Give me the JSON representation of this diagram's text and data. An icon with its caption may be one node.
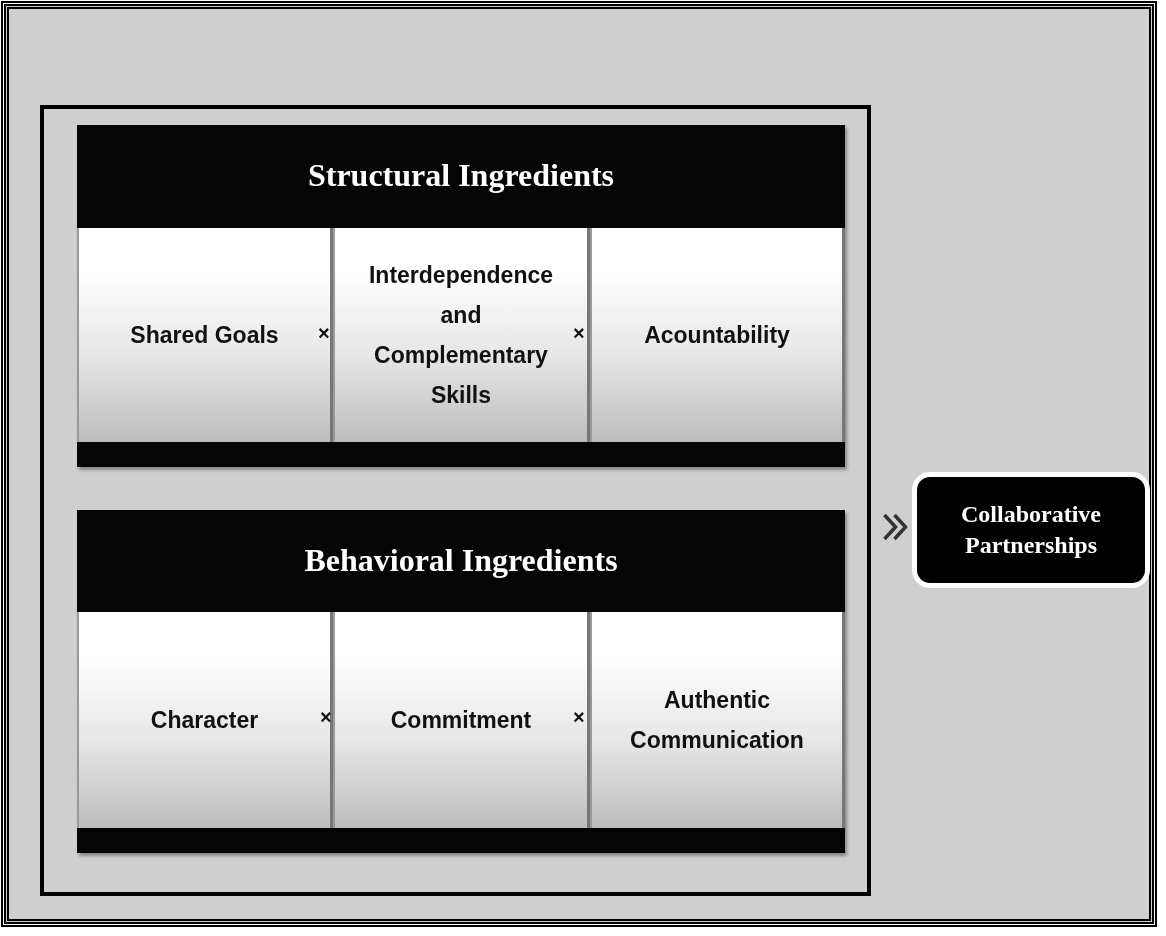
{
  "diagram": {
    "nodes": [
      {
        "text": [],
        "shape": "box"
      },
      {
        "text": [
          "Structural Ingredients"
        ],
        "in": 0
      },
      {
        "text": [
          "Shared Goals"
        ],
        "in": 1
      },
      {
        "text": [
          "Interdependence and Complementary Skills"
        ],
        "in": 1
      },
      {
        "text": [
          "Acountability"
        ],
        "in": 1
      },
      {
        "text": [
          "Behavioral Ingredients"
        ],
        "in": 0
      },
      {
        "text": [
          "Character"
        ],
        "in": 5
      },
      {
        "text": [
          "Commitment"
        ],
        "in": 5
      },
      {
        "text": [
          "Authentic Communication"
        ],
        "in": 5
      },
      {
        "text": [
          "Collaborative Partnerships"
        ]
      }
    ],
    "edges": [
      {
        "from": 0,
        "to": 9,
        "arrow": "to"
      }
    ],
    "labels": [
      "×",
      "×",
      "×",
      "×"
    ]
  }
}
